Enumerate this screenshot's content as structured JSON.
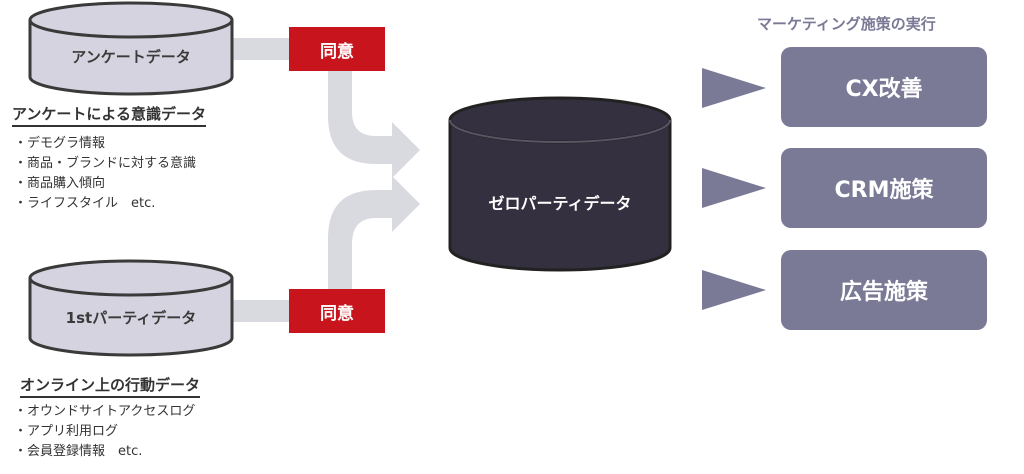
{
  "sources": {
    "survey": {
      "db_label": "アンケートデータ",
      "heading": "アンケートによる意識データ",
      "items": [
        "デモグラ情報",
        "商品・ブランドに対する意識",
        "商品購入傾向",
        "ライフスタイル　etc."
      ],
      "consent": "同意"
    },
    "first_party": {
      "db_label": "1stパーティデータ",
      "heading": "オンライン上の行動データ",
      "items": [
        "オウンドサイトアクセスログ",
        "アプリ利用ログ",
        "会員登録情報　etc."
      ],
      "consent": "同意"
    }
  },
  "center": {
    "label": "ゼロパーティデータ"
  },
  "actions": {
    "title": "マーケティング施策の実行",
    "items": [
      "CX改善",
      "CRM施策",
      "広告施策"
    ]
  },
  "colors": {
    "consent_red": "#c8151d",
    "cylinder_light": "#d4d3df",
    "cylinder_dark": "#34303f",
    "action_purple": "#7b7a96",
    "arrow_gray": "#d9d9e0"
  }
}
